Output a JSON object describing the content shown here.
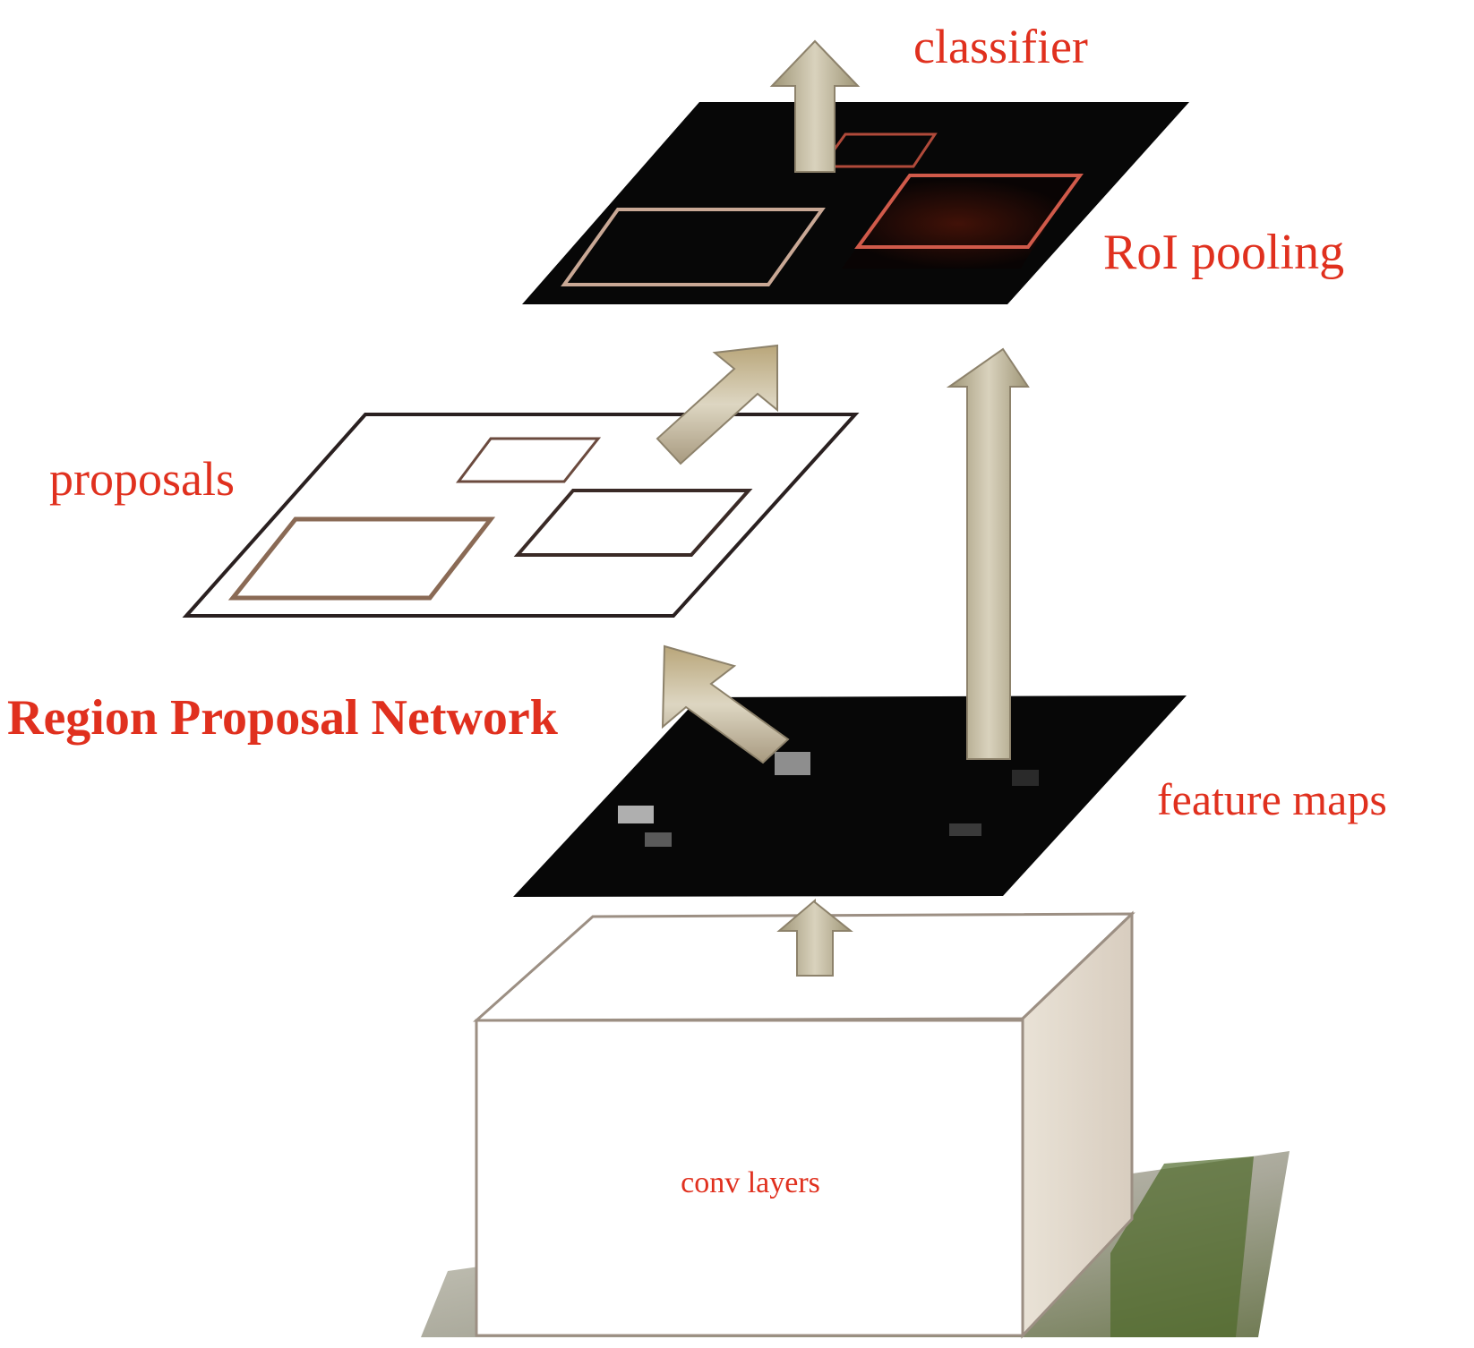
{
  "labels": {
    "classifier": "classifier",
    "roi_pooling": "RoI pooling",
    "proposals": "proposals",
    "rpn": "Region Proposal Network",
    "feature_maps": "feature maps",
    "conv_layers": "conv layers"
  },
  "colors": {
    "label": "#e0301e",
    "arrow_light": "#ece6cf",
    "arrow_dark": "#b8a27a",
    "plane_dark": "#070707",
    "box_edge": "#9c8f83"
  }
}
